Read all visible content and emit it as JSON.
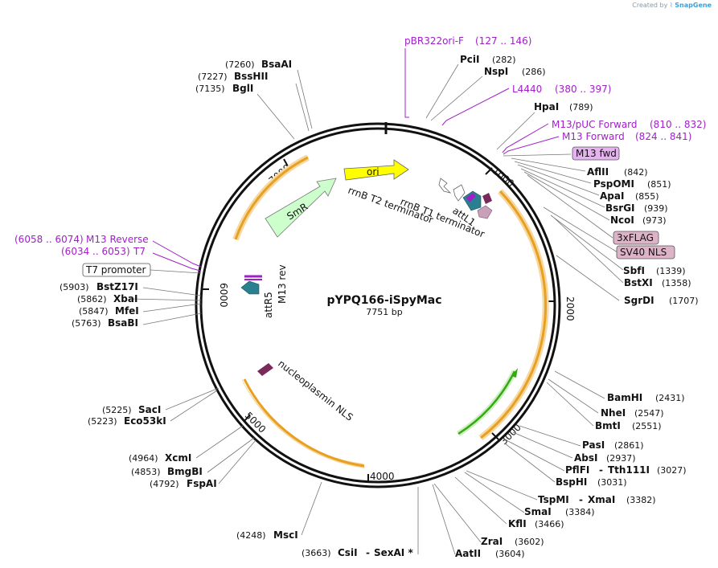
{
  "credit": {
    "created_by": "Created by",
    "brand": "SnapGene"
  },
  "plasmid": {
    "name": "pYPQ166-iSpyMac",
    "length": "7751 bp"
  },
  "ring_ticks": [
    "1000",
    "2000",
    "3000",
    "4000",
    "5000",
    "6000",
    "7000"
  ],
  "features": {
    "ori": "ori",
    "smr": "SmR",
    "rrnb_t2": "rrnB T2 terminator",
    "rrnb_t1": "rrnB T1 terminator",
    "attl1": "attL1",
    "attr5": "attR5",
    "m13_rev": "M13 rev",
    "nucleoplasmin": "nucleoplasmin NLS"
  },
  "boxed_labels": {
    "m13_fwd": "M13 fwd",
    "flag3x": "3xFLAG",
    "sv40": "SV40 NLS",
    "t7_promoter": "T7 promoter"
  },
  "primers": {
    "pbr322": {
      "name": "pBR322ori-F",
      "range": "(127 .. 146)"
    },
    "l4440": {
      "name": "L4440",
      "range": "(380 .. 397)"
    },
    "m13puc": {
      "name": "M13/pUC Forward",
      "range": "(810 .. 832)"
    },
    "m13fwd": {
      "name": "M13 Forward",
      "range": "(824 .. 841)"
    },
    "m13rev": {
      "name": "M13 Reverse",
      "range": "(6058 .. 6074)"
    },
    "t7": {
      "name": "T7",
      "range": "(6034 .. 6053)"
    }
  },
  "enzymes": {
    "bsaai": {
      "name": "BsaAI",
      "pos": "(7260)"
    },
    "bsshii": {
      "name": "BssHII",
      "pos": "(7227)"
    },
    "bgli": {
      "name": "BglI",
      "pos": "(7135)"
    },
    "pcii": {
      "name": "PciI",
      "pos": "(282)"
    },
    "nspi": {
      "name": "NspI",
      "pos": "(286)"
    },
    "hpai": {
      "name": "HpaI",
      "pos": "(789)"
    },
    "aflii": {
      "name": "AflII",
      "pos": "(842)"
    },
    "pspomi": {
      "name": "PspOMI",
      "pos": "(851)"
    },
    "apai": {
      "name": "ApaI",
      "pos": "(855)"
    },
    "bsrgi": {
      "name": "BsrGI",
      "pos": "(939)"
    },
    "ncoi": {
      "name": "NcoI",
      "pos": "(973)"
    },
    "sbfi": {
      "name": "SbfI",
      "pos": "(1339)"
    },
    "bstxi": {
      "name": "BstXI",
      "pos": "(1358)"
    },
    "sgrdi": {
      "name": "SgrDI",
      "pos": "(1707)"
    },
    "bamhi": {
      "name": "BamHI",
      "pos": "(2431)"
    },
    "nhei": {
      "name": "NheI",
      "pos": "(2547)"
    },
    "bmti": {
      "name": "BmtI",
      "pos": "(2551)"
    },
    "pasi": {
      "name": "PasI",
      "pos": "(2861)"
    },
    "absi": {
      "name": "AbsI",
      "pos": "(2937)"
    },
    "pflfi": {
      "name": "PflFI",
      "pos": "(3027)"
    },
    "tth111i": {
      "name": "Tth111I",
      "sep": "-"
    },
    "bsphi": {
      "name": "BspHI",
      "pos": "(3031)"
    },
    "tspmi": {
      "name": "TspMI",
      "pos": "(3382)"
    },
    "xmai": {
      "name": "XmaI",
      "sep": "-"
    },
    "smai": {
      "name": "SmaI",
      "pos": "(3384)"
    },
    "kfli": {
      "name": "KflI",
      "pos": "(3466)"
    },
    "zrai": {
      "name": "ZraI",
      "pos": "(3602)"
    },
    "aatii": {
      "name": "AatII",
      "pos": "(3604)"
    },
    "csii": {
      "name": "CsiI",
      "pos": "(3663)"
    },
    "sexai": {
      "name": "SexAI *",
      "sep": "-"
    },
    "msci": {
      "name": "MscI",
      "pos": "(4248)"
    },
    "fspai": {
      "name": "FspAI",
      "pos": "(4792)"
    },
    "bmgbi": {
      "name": "BmgBI",
      "pos": "(4853)"
    },
    "xcmi": {
      "name": "XcmI",
      "pos": "(4964)"
    },
    "eco53ki": {
      "name": "Eco53kI",
      "pos": "(5223)"
    },
    "saci": {
      "name": "SacI",
      "pos": "(5225)"
    },
    "bsabi": {
      "name": "BsaBI",
      "pos": "(5763)"
    },
    "mfei": {
      "name": "MfeI",
      "pos": "(5847)"
    },
    "xbai": {
      "name": "XbaI",
      "pos": "(5862)"
    },
    "bstz17i": {
      "name": "BstZ17I",
      "pos": "(5903)"
    }
  },
  "colors": {
    "ori": "#ffff00",
    "smr": "#ccffcc",
    "orange_track": "#e8a020",
    "green_cds": "#33aa11",
    "teal_att": "#2a7f90",
    "purple_primer": "#a020c8",
    "boxed_pink": "#ddb3c8",
    "boxed_lilac": "#e6b3f0"
  }
}
